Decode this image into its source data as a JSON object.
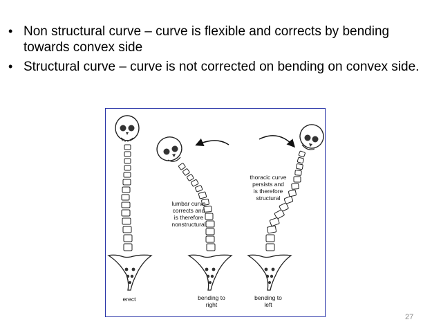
{
  "slide": {
    "bullets": [
      "Non structural curve – curve is flexible and corrects by bending towards convex side",
      "Structural curve – curve is not corrected on bending on convex side."
    ],
    "bullet_glyph": "•",
    "page_number": "27"
  },
  "figure": {
    "labels": {
      "erect": "erect",
      "bending_right": "bending to\nright",
      "bending_left": "bending to\nleft",
      "lumbar_note": "lumbar curve\ncorrects and\nis therefore\nnonstructural",
      "thoracic_note": "thoracic curve\npersists and\nis therefore\nstructural"
    },
    "border_color": "#2a35a8"
  }
}
